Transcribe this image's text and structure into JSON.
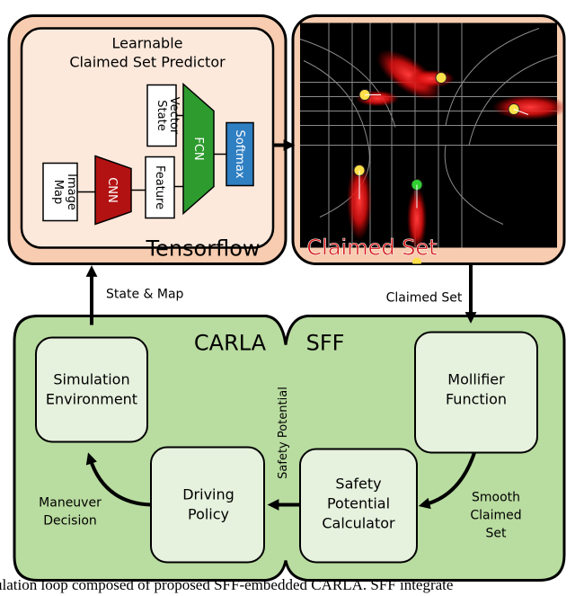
{
  "top": {
    "predictor_title_line1": "Learnable",
    "predictor_title_line2": "Claimed Set Predictor",
    "state_vector_line1": "State",
    "state_vector_line2": "Vector",
    "map_image_line1": "Map",
    "map_image_line2": "Image",
    "cnn_label": "CNN",
    "feature_label": "Feature",
    "fcn_label": "FCN",
    "softmax_label": "Softmax",
    "tensorflow_label": "Tensorflow",
    "claimed_set_image_label": "Claimed Set"
  },
  "arrows": {
    "state_map_label": "State & Map",
    "claimed_set_label": "Claimed Set",
    "smooth_line1": "Smooth",
    "smooth_line2": "Claimed",
    "smooth_line3": "Set",
    "safety_potential_label": "Safety Potential",
    "maneuver_line1": "Maneuver",
    "maneuver_line2": "Decision"
  },
  "bottom": {
    "carla_label": "CARLA",
    "sff_label": "SFF",
    "sim_env_line1": "Simulation",
    "sim_env_line2": "Environment",
    "driving_line1": "Driving",
    "driving_line2": "Policy",
    "mollifier_line1": "Mollifier",
    "mollifier_line2": "Function",
    "safety_calc_line1": "Safety",
    "safety_calc_line2": "Potential",
    "safety_calc_line3": "Calculator"
  },
  "caption": "ulation loop composed of proposed SFF-embedded CARLA. SFF integrate",
  "colors": {
    "top_fill": "#f7ccb0",
    "inner_fill": "#fde9dc",
    "bottom_fill": "#b9dca0",
    "box_fill": "#e6f1de",
    "cnn": "#b31212",
    "fcn": "#2e9b2e",
    "softmax": "#2f7fc3",
    "claimed_red": "#d61414"
  }
}
